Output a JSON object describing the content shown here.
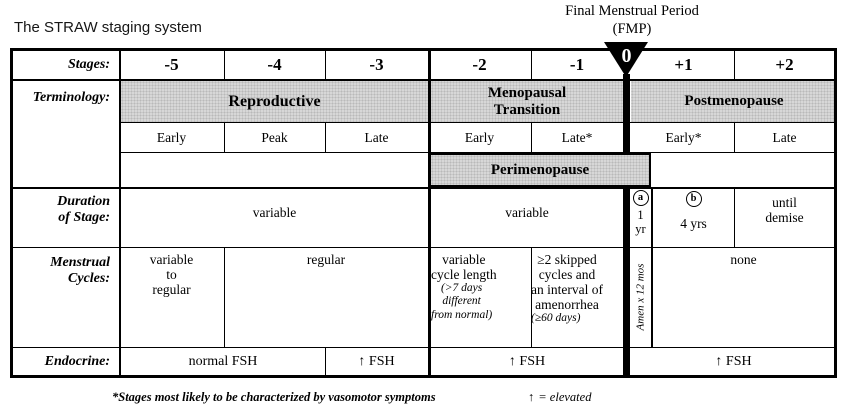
{
  "title": "The STRAW staging system",
  "fmp": {
    "caption": "Final Menstrual Period\n(FMP)",
    "marker": "0"
  },
  "row_labels": {
    "stages": "Stages:",
    "terminology": "Terminology:",
    "duration": "Duration\nof Stage:",
    "menstrual": "Menstrual\nCycles:",
    "endocrine": "Endocrine:"
  },
  "stages": [
    "-5",
    "-4",
    "-3",
    "-2",
    "-1",
    "+1",
    "+2"
  ],
  "terminology": {
    "reproductive": "Reproductive",
    "menopausal_transition": "Menopausal\nTransition",
    "postmenopause": "Postmenopause",
    "perimenopause": "Perimenopause"
  },
  "substages": [
    "Early",
    "Peak",
    "Late",
    "Early",
    "Late*",
    "Early*",
    "Late"
  ],
  "duration": {
    "reproductive": "variable",
    "transition": "variable",
    "a": {
      "letter": "a",
      "value": "1\nyr"
    },
    "b": {
      "letter": "b",
      "value": "4 yrs"
    },
    "late_postmenopause": "until\ndemise"
  },
  "menstrual": {
    "early_reproductive": "variable\nto\nregular",
    "peak_late_reproductive": "regular",
    "early_transition": {
      "main": "variable\ncycle length",
      "note": "(>7 days\ndifferent\nfrom normal)"
    },
    "late_transition": {
      "main": "≥2 skipped\ncycles and\nan interval of\namenorrhea",
      "note": "(≥60 days)"
    },
    "early_postmenopause_a": "Amen x 12 mos",
    "postmenopause": "none"
  },
  "endocrine": {
    "early_mid_reproductive": "normal FSH",
    "late_reproductive": "↑ FSH",
    "transition": "↑ FSH",
    "postmenopause": "↑ FSH"
  },
  "footnotes": {
    "vasomotor": "*Stages most likely to be characterized by vasomotor symptoms",
    "elevated_symbol": "↑",
    "elevated_text": "= elevated"
  },
  "colors": {
    "band_fill": "#d7d7d7",
    "band_dot": "#b9b9b9",
    "line": "#000000",
    "marker_fill": "#000000",
    "marker_text": "#ffffff"
  }
}
